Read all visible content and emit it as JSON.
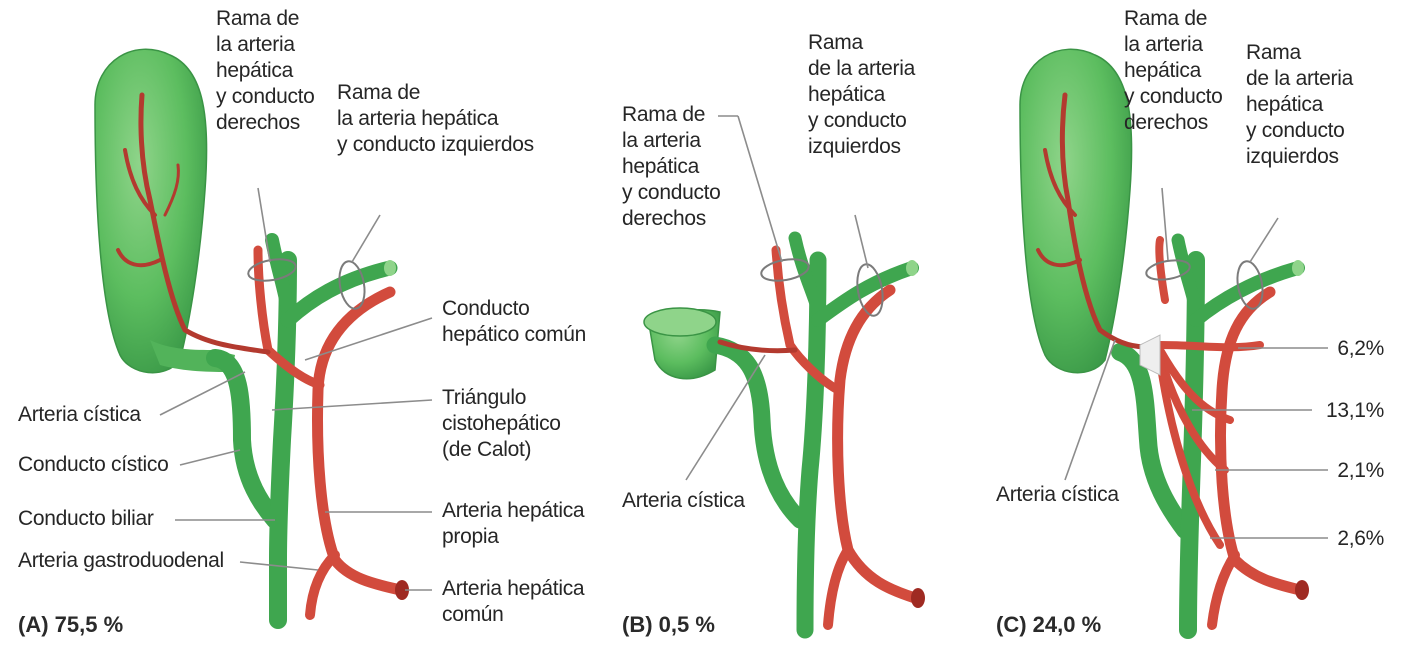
{
  "colors": {
    "duct": "#3fa64f",
    "duct_light": "#8fd48a",
    "artery": "#d24b3d",
    "artery_dark": "#9f2a22",
    "leader": "#8c8c8c"
  },
  "panelA": {
    "caption": "(A) 75,5 %",
    "labels": {
      "right_branch": "Rama de\nla arteria\nhepática\ny conducto\nderechos",
      "left_branch": "Rama de\nla arteria hepática\ny conducto izquierdos",
      "common_hepatic_duct": "Conducto\nhepático común",
      "cystic_artery": "Arteria cística",
      "triangle": "Triángulo\ncistohepático\n(de Calot)",
      "cystic_duct": "Conducto cístico",
      "bile_duct": "Conducto biliar",
      "proper_hepatic": "Arteria hepática\npropia",
      "gastroduodenal": "Arteria gastroduodenal",
      "common_hepatic_artery": "Arteria hepática\ncomún"
    }
  },
  "panelB": {
    "caption": "(B) 0,5 %",
    "labels": {
      "right_branch": "Rama de\nla arteria\nhepática\ny conducto\nderechos",
      "left_branch": "Rama\nde la arteria\nhepática\ny conducto\nizquierdos",
      "cystic_artery": "Arteria cística"
    }
  },
  "panelC": {
    "caption": "(C) 24,0 %",
    "labels": {
      "right_branch": "Rama de\nla arteria\nhepática\ny conducto\nderechos",
      "left_branch": "Rama\nde la arteria\nhepática\ny conducto\nizquierdos",
      "cystic_artery": "Arteria cística"
    },
    "percentages": [
      "6,2%",
      "13,1%",
      "2,1%",
      "2,6%"
    ]
  }
}
